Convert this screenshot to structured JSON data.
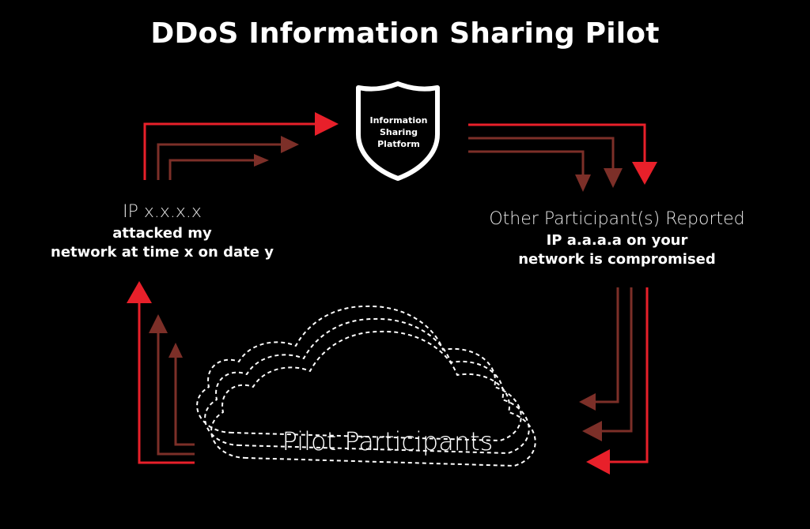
{
  "title": "DDoS Information Sharing Pilot",
  "platform": {
    "lines": [
      "Information",
      "Sharing",
      "Platform"
    ]
  },
  "left_report": {
    "ip": "IP x.x.x.x",
    "line1": "attacked my",
    "line2": "network at time x on date y"
  },
  "right_report": {
    "header": "Other Participant(s) Reported",
    "line1": "IP a.a.a.a on your",
    "line2": "network is compromised"
  },
  "cloud_label": "Pilot Participants",
  "colors": {
    "background": "#000000",
    "arrow_primary": "#e8202a",
    "arrow_secondary": "#7c2f28",
    "text": "#ffffff"
  }
}
